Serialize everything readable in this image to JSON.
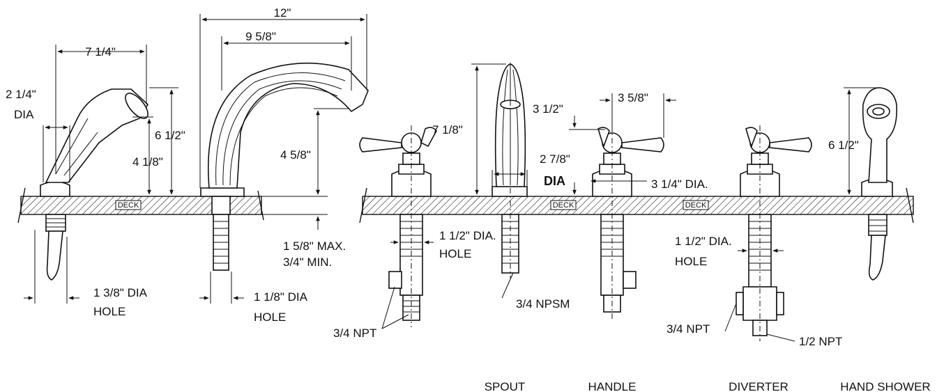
{
  "deck_label": "DECK",
  "hand_shower_dims": {
    "overall_reach": "7 1/4\"",
    "head_dia": "2 1/4\"",
    "head_dia_unit": "DIA",
    "height_to_head": "6 1/2\"",
    "height_to_grip": "4 1/8\"",
    "hole": "1 3/8\" DIA",
    "hole_word": "HOLE"
  },
  "spout_dims": {
    "overall_reach": "12\"",
    "reach": "9 5/8\"",
    "height": "4 5/8\"",
    "hole": "1 1/8\" DIA",
    "hole_word": "HOLE",
    "deck_max": "1 5/8\" MAX.",
    "deck_min": "3/4\" MIN."
  },
  "valve_dims": {
    "hole": "1 1/2\" DIA.",
    "hole_word": "HOLE",
    "npt": "3/4 NPT"
  },
  "roman_spout_dims": {
    "height": "7 1/8\"",
    "base_dia": "2 7/8\"",
    "base_dia_unit": "DIA",
    "npsm": "3/4 NPSM"
  },
  "handle_dims": {
    "height": "3 1/2\"",
    "reach": "3 5/8\"",
    "base_dia": "3 1/4\" DIA."
  },
  "diverter_dims": {
    "hole": "1 1/2\" DIA.",
    "hole_word": "HOLE",
    "inlet": "3/4 NPT",
    "outlet": "1/2 NPT"
  },
  "right_hand_shower_dims": {
    "height": "6 1/2\""
  },
  "captions": {
    "spout": "SPOUT",
    "handle": "HANDLE",
    "diverter": "DIVERTER",
    "hand_shower": "HAND SHOWER"
  }
}
